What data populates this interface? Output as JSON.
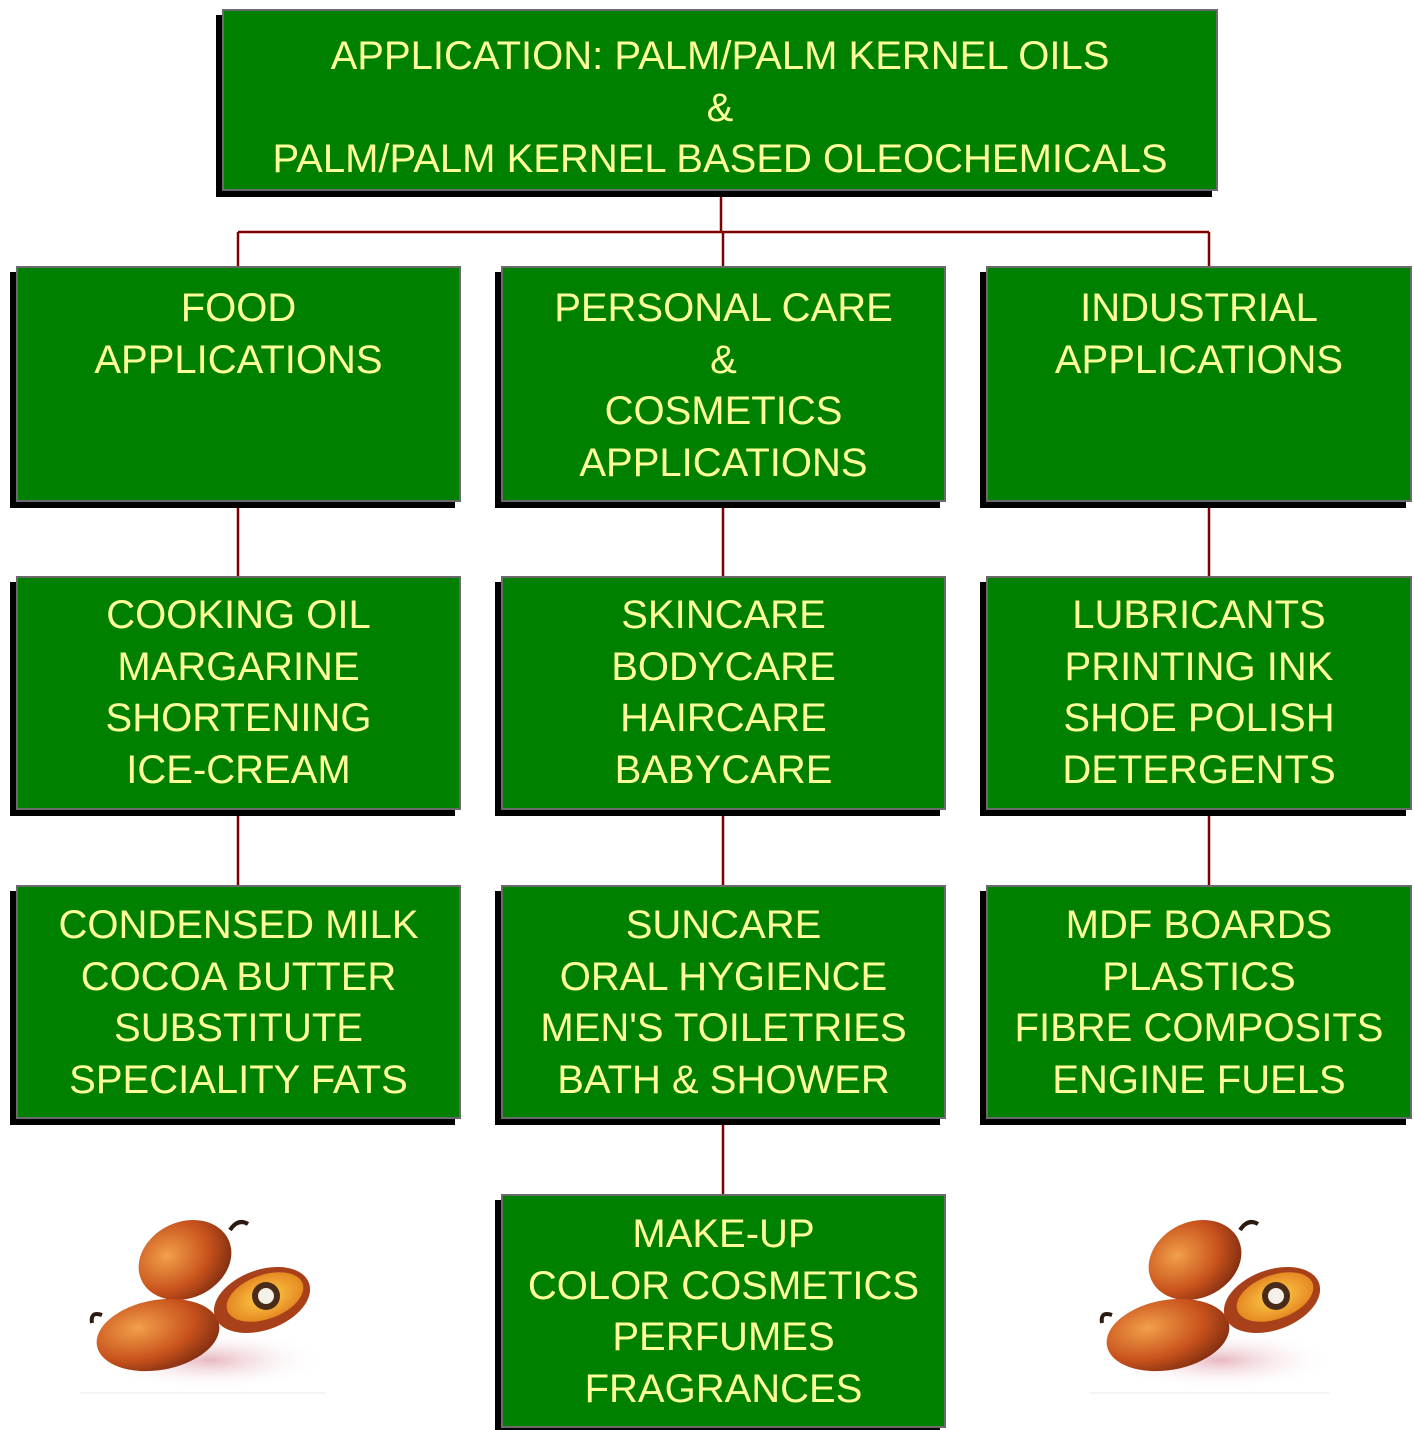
{
  "colors": {
    "box_fill": "#008000",
    "box_text": "#ffff99",
    "connector": "#800000",
    "shadow": "#000000"
  },
  "root": {
    "lines": [
      "APPLICATION: PALM/PALM KERNEL OILS",
      "&",
      "PALM/PALM KERNEL BASED OLEOCHEMICALS"
    ]
  },
  "columns": [
    {
      "header": [
        "FOOD",
        "APPLICATIONS"
      ],
      "groups": [
        [
          "COOKING OIL",
          "MARGARINE",
          "SHORTENING",
          "ICE-CREAM"
        ],
        [
          "CONDENSED MILK",
          "COCOA BUTTER",
          "SUBSTITUTE",
          "SPECIALITY FATS"
        ]
      ]
    },
    {
      "header": [
        "PERSONAL CARE",
        "&",
        "COSMETICS",
        "APPLICATIONS"
      ],
      "groups": [
        [
          "SKINCARE",
          "BODYCARE",
          "HAIRCARE",
          "BABYCARE"
        ],
        [
          "SUNCARE",
          "ORAL HYGIENCE",
          "MEN'S TOILETRIES",
          "BATH & SHOWER"
        ],
        [
          "MAKE-UP",
          "COLOR COSMETICS",
          "PERFUMES",
          "FRAGRANCES"
        ]
      ]
    },
    {
      "header": [
        "INDUSTRIAL",
        "APPLICATIONS"
      ],
      "groups": [
        [
          "LUBRICANTS",
          "PRINTING INK",
          "SHOE POLISH",
          "DETERGENTS"
        ],
        [
          "MDF BOARDS",
          "PLASTICS",
          "FIBRE COMPOSITS",
          "ENGINE FUELS"
        ]
      ]
    }
  ],
  "decorations": [
    "palm-fruit-image-left",
    "palm-fruit-image-right"
  ]
}
